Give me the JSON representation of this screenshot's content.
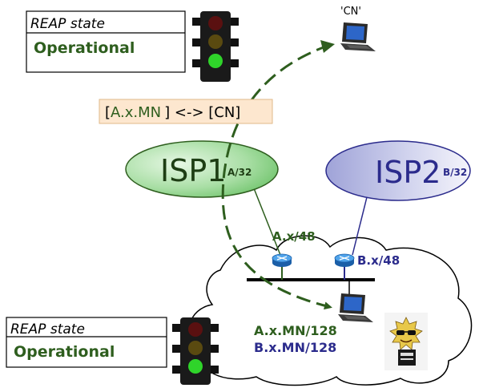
{
  "state_top": {
    "title": "REAP state",
    "value": "Operational"
  },
  "state_bottom": {
    "title": "REAP state",
    "value": "Operational"
  },
  "cn_label": "'CN'",
  "mapping": {
    "mn": "A.x.MN",
    "arrow": "] <-> [CN]",
    "open": "["
  },
  "isp1": {
    "name": "ISP1",
    "prefix": "A/32"
  },
  "isp2": {
    "name": "ISP2",
    "prefix": "B/32"
  },
  "prefix_a": "A.x/48",
  "prefix_b": "B.x/48",
  "host_a": "A.x.MN/128",
  "host_b": "B.x.MN/128",
  "colors": {
    "green": "#2e5e1e",
    "blue": "#2b2b8c",
    "isp1_fill": "#8ed38a",
    "isp2_fill": "#b4b8e0",
    "label_bg": "#fde7cf"
  }
}
